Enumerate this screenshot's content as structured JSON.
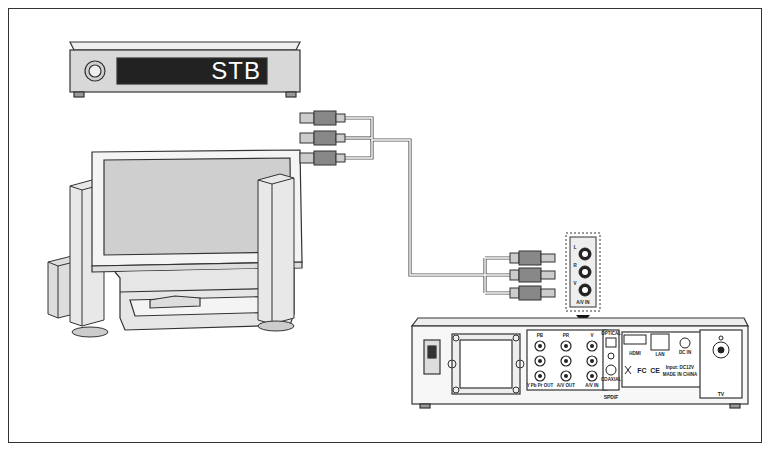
{
  "diagram": {
    "nodes": [
      {
        "text": [
          "STB"
        ]
      }
    ],
    "labels": [
      "PB",
      "PR",
      "V",
      "Y Pb Pr OUT",
      "A/V OUT",
      "A/V IN",
      "OPTICAL",
      "COAXIAL",
      "SPDIF",
      "HDMI",
      "LAN",
      "DC IN",
      "FC",
      "CE",
      "Input: DC12V",
      "MADE IN CHINA",
      "TV",
      "L",
      "R",
      "V",
      "A/V IN"
    ]
  }
}
